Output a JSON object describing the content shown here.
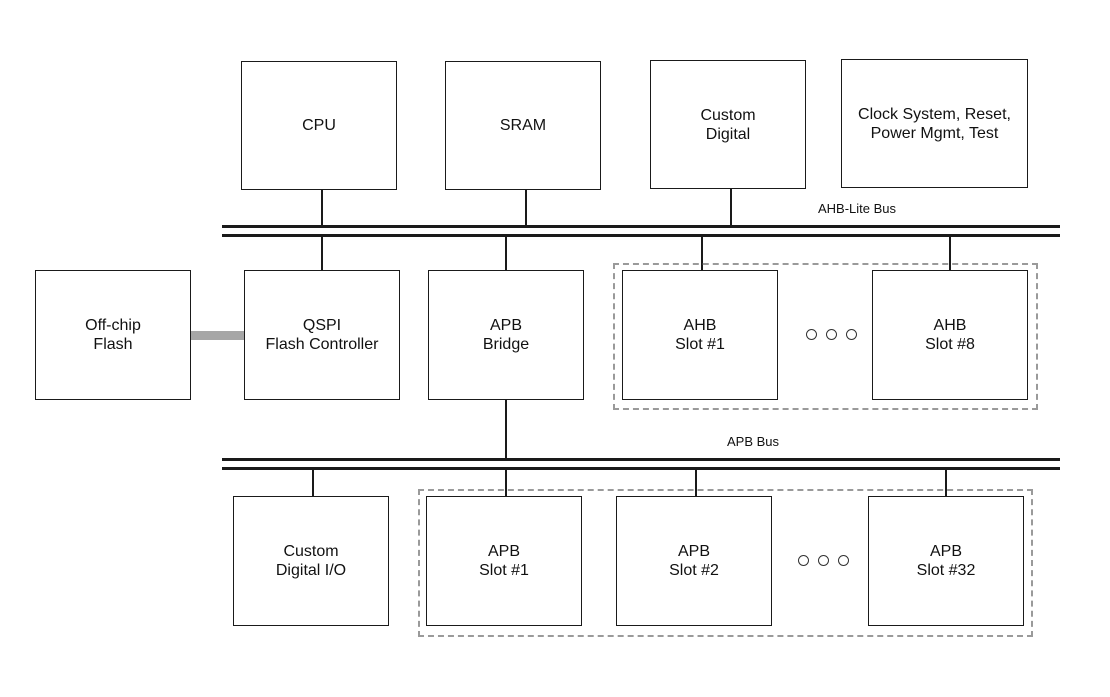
{
  "blocks": {
    "cpu": "CPU",
    "sram": "SRAM",
    "custom_digital": "Custom\nDigital",
    "clock_system": "Clock System, Reset,\nPower Mgmt, Test",
    "offchip_flash": "Off-chip\nFlash",
    "qspi": "QSPI\nFlash Controller",
    "apb_bridge": "APB\nBridge",
    "ahb_slot_1": "AHB\nSlot #1",
    "ahb_slot_8": "AHB\nSlot #8",
    "custom_digital_io": "Custom\nDigital I/O",
    "apb_slot_1": "APB\nSlot #1",
    "apb_slot_2": "APB\nSlot #2",
    "apb_slot_32": "APB\nSlot #32"
  },
  "buses": {
    "ahb_label": "AHB-Lite Bus",
    "apb_label": "APB Bus"
  },
  "colors": {
    "line": "#1a1a1a",
    "dashed_group": "#9a9a9a",
    "flash_link": "#a6a6a6"
  }
}
